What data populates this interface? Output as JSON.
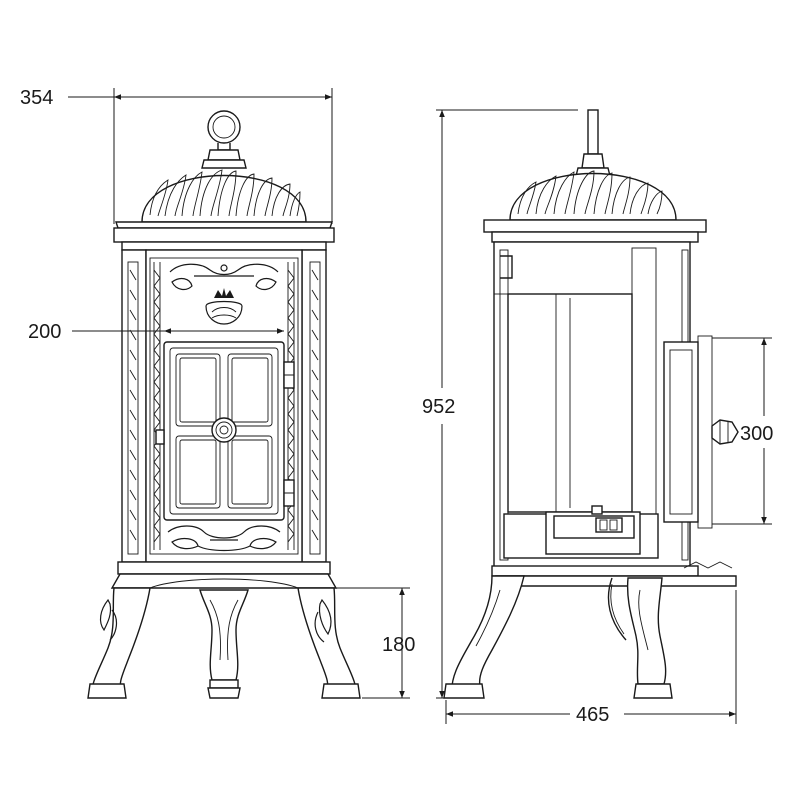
{
  "dimensions": {
    "front_width": "354",
    "door_width": "200",
    "leg_height": "180",
    "total_height": "952",
    "door_height": "300",
    "depth": "465"
  }
}
